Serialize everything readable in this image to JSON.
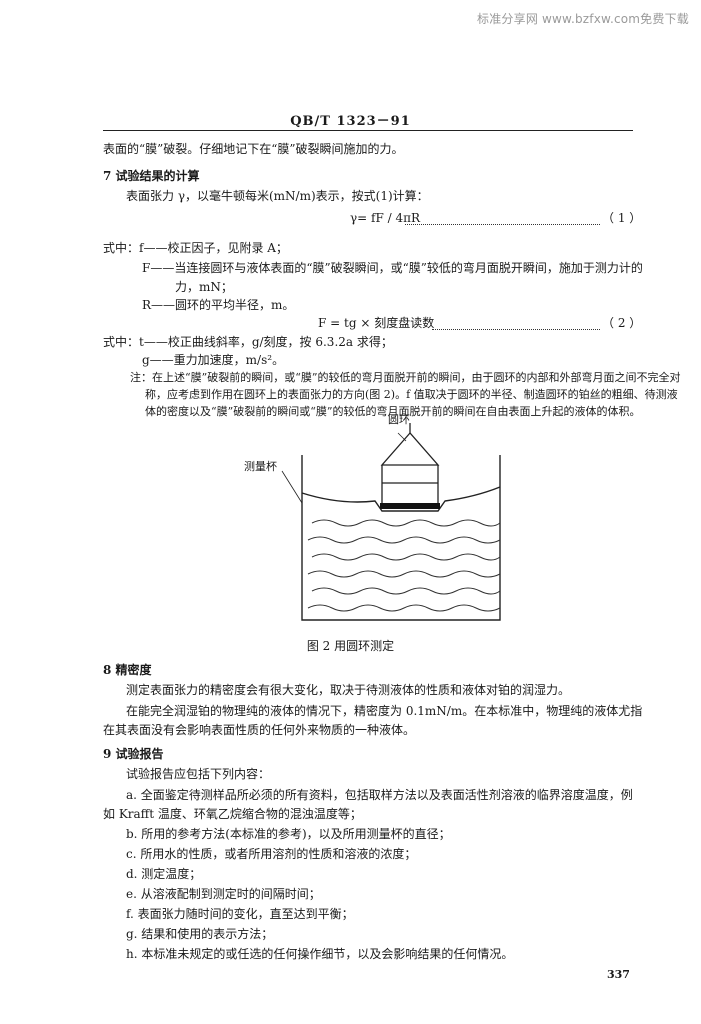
{
  "watermark": "标准分享网 www.bzfxw.com免费下载",
  "doc_number": "QB/T 1323－91",
  "lines": {
    "cont": "表面的“膜”破裂。仔细地记下在“膜”破裂瞬间施加的力。",
    "h7": "7  试验结果的计算",
    "p7": "表面张力 γ，以毫牛顿每米(mN/m)表示，按式(1)计算：",
    "eq1": "γ= fF / 4πR",
    "eq1no": "（ 1 ）",
    "where1": "式中：f——校正因子，见附录 A；",
    "F1": "F——当连接圆环与液体表面的“膜”破裂瞬间，或“膜”较低的弯月面脱开瞬间，施加于测力计的",
    "F2": "力，mN；",
    "R": "R——圆环的平均半径，m。",
    "eq2": "F = tg × 刻度盘读数",
    "eq2no": "（ 2 ）",
    "where2": "式中：t——校正曲线斜率，g/刻度，按 6.3.2a 求得；",
    "g": "g——重力加速度，m/s²。",
    "note1": "注：在上述“膜”破裂前的瞬间，或“膜”的较低的弯月面脱开前的瞬间，由于圆环的内部和外部弯月面之间不完全对",
    "note2": "称，应考虑到作用在圆环上的表面张力的方向(图 2)。f 值取决于圆环的半径、制造圆环的铂丝的粗细、待测液",
    "note3": "体的密度以及“膜”破裂前的瞬间或“膜”的较低的弯月面脱开前的瞬间在自由表面上升起的液体的体积。",
    "h8": "8  精密度",
    "p8a": "测定表面张力的精密度会有很大变化，取决于待测液体的性质和液体对铂的润湿力。",
    "p8b": "在能完全润湿铂的物理纯的液体的情况下，精密度为 0.1mN/m。在本标准中，物理纯的液体尤指",
    "p8c": "在其表面没有会影响表面性质的任何外来物质的一种液体。",
    "h9": "9  试验报告",
    "p9": "试验报告应包括下列内容：",
    "a1": "a.  全面鉴定待测样品所必须的所有资料，包括取样方法以及表面活性剂溶液的临界溶度温度，例",
    "a2": "如 Krafft 温度、环氧乙烷缩合物的混浊温度等；",
    "b": "b.  所用的参考方法(本标准的参考)，以及所用测量杯的直径；",
    "c": "c.  所用水的性质，或者所用溶剂的性质和溶液的浓度；",
    "d": "d.  测定温度；",
    "e": "e.  从溶液配制到测定时的间隔时间；",
    "f": "f.  表面张力随时间的变化，直至达到平衡；",
    "gg": "g.  结果和使用的表示方法；",
    "h": "h.  本标准未规定的或任选的任何操作细节，以及会影响结果的任何情况。"
  },
  "figure": {
    "label_ring": "圆环",
    "label_cup": "测量杯",
    "caption": "图 2   用圆环测定"
  },
  "page_number": "337"
}
